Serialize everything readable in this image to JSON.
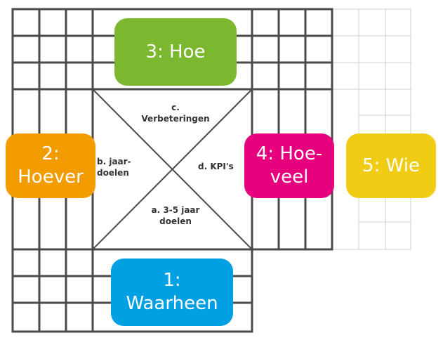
{
  "colors": {
    "grid": "#4a4a4a",
    "light_grid": "#cfcfcf",
    "hoe": "#7cb82f",
    "hoever": "#f39c00",
    "hoeveel": "#e6007e",
    "wie": "#f0cc15",
    "waarheen": "#00a0e3"
  },
  "boxes": {
    "hoe": "3: Hoe",
    "hoever": "2:\nHoever",
    "hoeveel": "4: Hoe-\nveel",
    "wie": "5: Wie",
    "waarheen": "1:\nWaarheen"
  },
  "center": {
    "top": "c.\nVerbeteringen",
    "left": "b. jaar-\ndoelen",
    "right": "d. KPI's",
    "bottom": "a. 3-5 jaar\ndoelen"
  }
}
